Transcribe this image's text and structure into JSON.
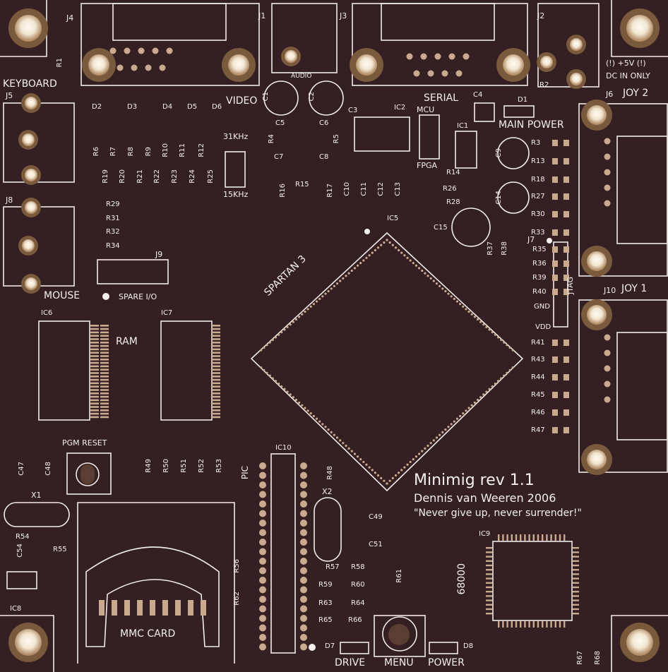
{
  "board": {
    "title": "Minimig rev 1.1",
    "author": "Dennis van Weeren 2006",
    "motto": "\"Never give up, never surrender!\""
  },
  "connectors": {
    "j4": "J4",
    "j1": "J1",
    "j3": "J3",
    "j2": "J2",
    "j5": "J5",
    "j8": "J8",
    "j6": "J6",
    "j7": "J7",
    "j9": "J9",
    "j10": "J10",
    "keyboard": "KEYBOARD",
    "mouse": "MOUSE",
    "video": "VIDEO",
    "audio": "AUDIO",
    "serial": "SERIAL",
    "joy2": "JOY 2",
    "joy1": "JOY  1",
    "power_note_1": "(!)  +5V  (!)",
    "power_note_2": "DC IN ONLY",
    "main_power": "MAIN POWER",
    "mcu": "MCU",
    "fpga": "FPGA",
    "khz31": "31KHz",
    "khz15": "15KHz",
    "spare_io": "SPARE I/O",
    "jtag": "JTAG",
    "gnd": "GND",
    "vdd": "VDD"
  },
  "chips": {
    "ic1": "IC1",
    "ic2": "IC2",
    "ic5": "IC5",
    "ic6": "IC6",
    "ic7": "IC7",
    "ic8": "IC8",
    "ic9": "IC9",
    "ic10": "IC10",
    "spartan": "SPARTAN 3",
    "ram": "RAM",
    "pic": "PIC",
    "m68000": "68000",
    "mmc": "MMC CARD",
    "pgm_reset": "PGM RESET",
    "x1": "X1",
    "x2": "X2"
  },
  "buttons": {
    "drive": "DRIVE",
    "menu": "MENU",
    "power": "POWER"
  },
  "leds": {
    "d1": "D1",
    "d2": "D2",
    "d3": "D3",
    "d4": "D4",
    "d5": "D5",
    "d6": "D6",
    "d7": "D7",
    "d8": "D8"
  },
  "caps": {
    "c1": "C1",
    "c2": "C2",
    "c3": "C3",
    "c4": "C4",
    "c5": "C5",
    "c6": "C6",
    "c7": "C7",
    "c8": "C8",
    "c9": "C9",
    "c10": "C10",
    "c11": "C11",
    "c12": "C12",
    "c13": "C13",
    "c14": "C14",
    "c15": "C15",
    "c47": "C47",
    "c48": "C48",
    "c49": "C49",
    "c51": "C51",
    "c54": "C54"
  },
  "resistors": {
    "r1": "R1",
    "r2": "R2",
    "r3": "R3",
    "r4": "R4",
    "r5": "R5",
    "r6": "R6",
    "r7": "R7",
    "r8": "R8",
    "r9": "R9",
    "r10": "R10",
    "r11": "R11",
    "r12": "R12",
    "r13": "R13",
    "r14": "R14",
    "r15": "R15",
    "r16": "R16",
    "r17": "R17",
    "r18": "R18",
    "r19": "R19",
    "r20": "R20",
    "r21": "R21",
    "r22": "R22",
    "r23": "R23",
    "r24": "R24",
    "r25": "R25",
    "r26": "R26",
    "r27": "R27",
    "r28": "R28",
    "r29": "R29",
    "r30": "R30",
    "r31": "R31",
    "r32": "R32",
    "r33": "R33",
    "r34": "R34",
    "r35": "R35",
    "r36": "R36",
    "r37": "R37",
    "r38": "R38",
    "r39": "R39",
    "r40": "R40",
    "r41": "R41",
    "r43": "R43",
    "r44": "R44",
    "r45": "R45",
    "r46": "R46",
    "r47": "R47",
    "r48": "R48",
    "r49": "R49",
    "r50": "R50",
    "r51": "R51",
    "r52": "R52",
    "r53": "R53",
    "r54": "R54",
    "r55": "R55",
    "r56": "R56",
    "r57": "R57",
    "r58": "R58",
    "r59": "R59",
    "r60": "R60",
    "r61": "R61",
    "r62": "R62",
    "r63": "R63",
    "r64": "R64",
    "r65": "R65",
    "r66": "R66",
    "r67": "R67",
    "r68": "R68"
  },
  "colors": {
    "board": "#341f22",
    "silk": "#f4f0ee",
    "copper": "#c9aa8f"
  }
}
